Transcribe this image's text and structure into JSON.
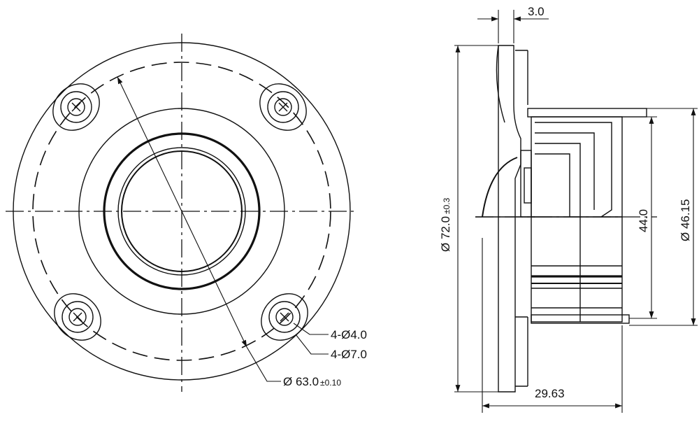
{
  "front_view": {
    "hole_callout": "4-Ø4.0",
    "counterbore_callout": "4-Ø7.0",
    "bolt_circle_value": "Ø 63.0",
    "bolt_circle_tolerance": "±0.10"
  },
  "side_view": {
    "flange_thickness": "3.0",
    "outer_diameter_value": "Ø 72.0",
    "outer_diameter_tolerance": "±0.3",
    "body_height": "44.0",
    "rear_diameter": "Ø 46.15",
    "depth": "29.63"
  }
}
